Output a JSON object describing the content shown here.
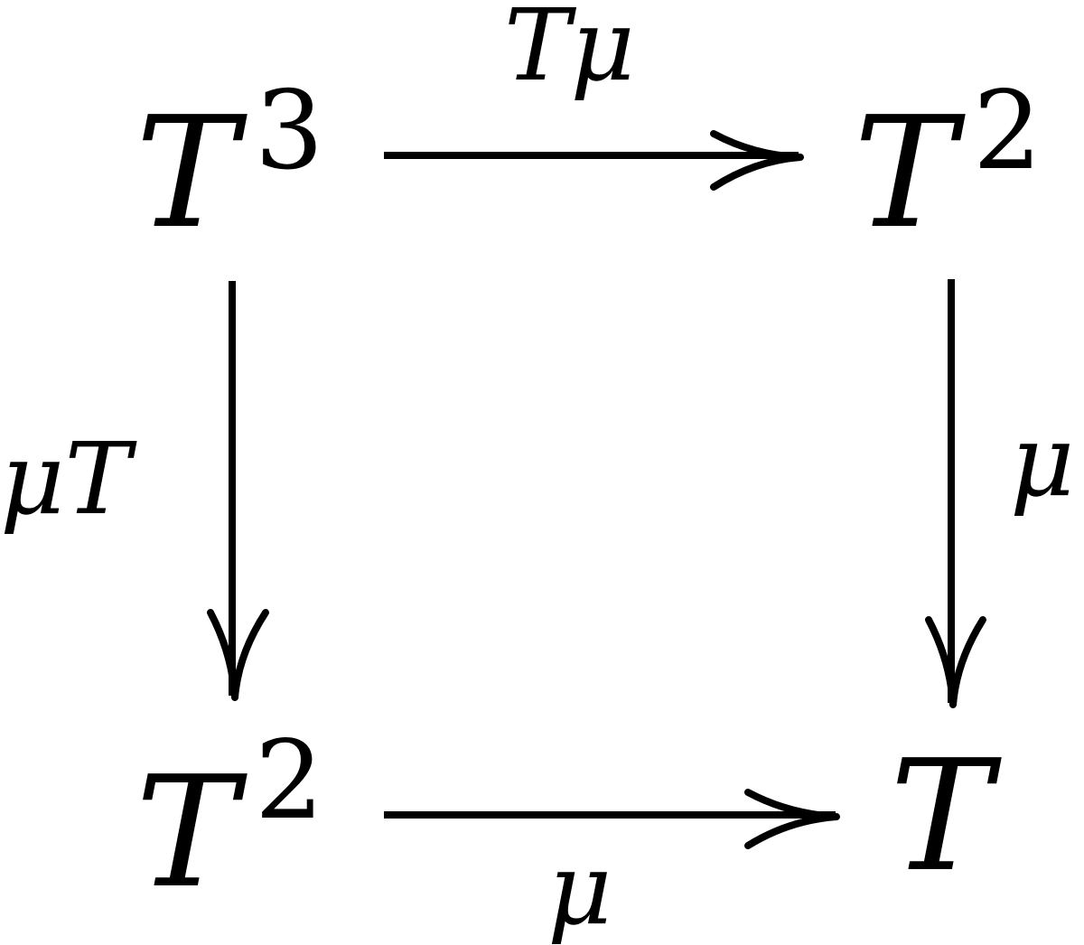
{
  "diagram": {
    "nodes": {
      "top_left": {
        "base": "T",
        "exponent": "3"
      },
      "top_right": {
        "base": "T",
        "exponent": "2"
      },
      "bottom_left": {
        "base": "T",
        "exponent": "2"
      },
      "bottom_right": {
        "base": "T",
        "exponent": ""
      }
    },
    "edges": {
      "top": {
        "label": "Tμ",
        "from": "top_left",
        "to": "top_right"
      },
      "left": {
        "label": "μT",
        "from": "top_left",
        "to": "bottom_left"
      },
      "right": {
        "label": "μ",
        "from": "top_right",
        "to": "bottom_right"
      },
      "bottom": {
        "label": "μ",
        "from": "bottom_left",
        "to": "bottom_right"
      }
    }
  }
}
